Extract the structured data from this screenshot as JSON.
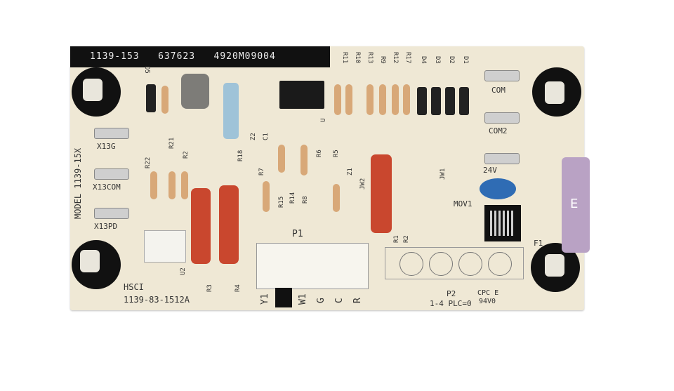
{
  "board": {
    "top_strip": "1139-153   637623   4920M09004",
    "model": "MODEL 1139-15X",
    "maker": "HSCI",
    "part_number": "1139-83-1512A",
    "left_terminals": [
      "X13G",
      "X13COM",
      "X13PD"
    ],
    "right_terminals": [
      "COM",
      "COM2",
      "24V"
    ],
    "fuse_letter": "E",
    "fuse_ref": "F1",
    "varistor": "MOV1",
    "connector_p1": "P1",
    "connector_p1_pins": [
      "Y1",
      "W1",
      "G",
      "C",
      "R"
    ],
    "connector_p2": "P2",
    "p2_note": "1-4 PLC=0",
    "cert_1": "CPC E",
    "cert_2": "94V0",
    "refs_top": [
      "D5",
      "R21",
      "R2",
      "R22",
      "R18",
      "Z2",
      "C1",
      "U",
      "R11",
      "R10",
      "R13",
      "R9",
      "R12",
      "R17",
      "D4",
      "D3",
      "D2",
      "D1"
    ],
    "refs_mid": [
      "R7",
      "R15",
      "R14",
      "R8",
      "R6",
      "R5",
      "Z1",
      "JW2",
      "JW1",
      "R1",
      "R2",
      "U2",
      "R3",
      "R4"
    ],
    "colors": {
      "board": "#efe8d5",
      "fuse": "#b9a2c4",
      "power_resistor": "#c9472e",
      "varistor": "#2f6cb4"
    }
  }
}
